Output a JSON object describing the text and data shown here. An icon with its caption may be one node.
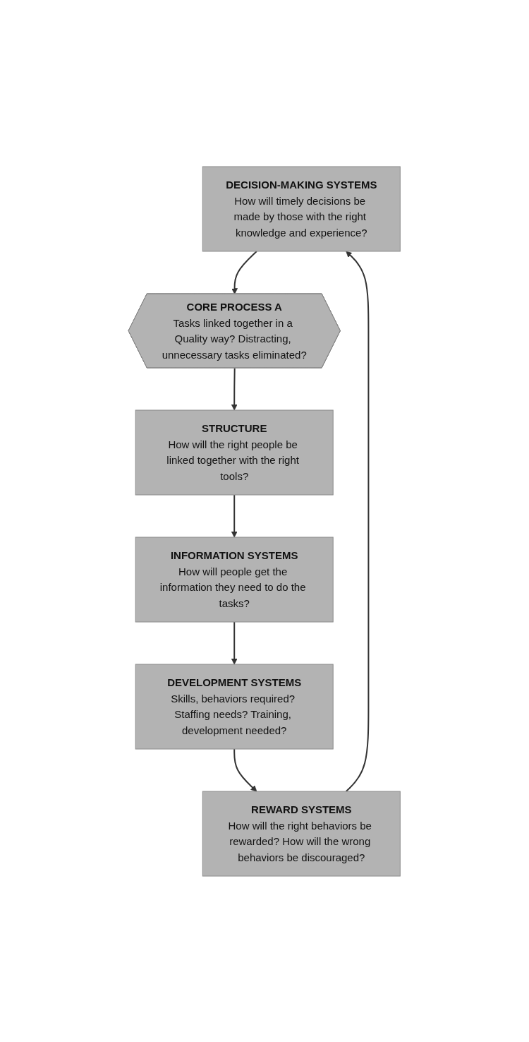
{
  "diagram": {
    "nodes": [
      {
        "text": [
          "DECISION-MAKING SYSTEMS",
          "How will timely decisions be made by those with the right knowledge and experience?"
        ]
      },
      {
        "text": [
          "CORE PROCESS A",
          "Tasks linked together in a Quality way? Distracting, unnecessary tasks eliminated?"
        ]
      },
      {
        "text": [
          "STRUCTURE",
          "How will the right people be linked together with the right tools?"
        ]
      },
      {
        "text": [
          "INFORMATION SYSTEMS",
          "How will people get the information they need to do the tasks?"
        ]
      },
      {
        "text": [
          "DEVELOPMENT SYSTEMS",
          "Skills, behaviors required? Staffing needs? Training, development needed?"
        ]
      },
      {
        "text": [
          "REWARD SYSTEMS",
          "How will the right behaviors be rewarded? How will the wrong behaviors be discouraged?"
        ]
      }
    ],
    "edges": [
      {
        "from": 0,
        "to": 1,
        "arrow": "to"
      },
      {
        "from": 1,
        "to": 2,
        "arrow": "to"
      },
      {
        "from": 2,
        "to": 3,
        "arrow": "to"
      },
      {
        "from": 3,
        "to": 4,
        "arrow": "to"
      },
      {
        "from": 4,
        "to": 5,
        "arrow": "to"
      },
      {
        "from": 5,
        "to": 0,
        "arrow": "to"
      }
    ]
  }
}
